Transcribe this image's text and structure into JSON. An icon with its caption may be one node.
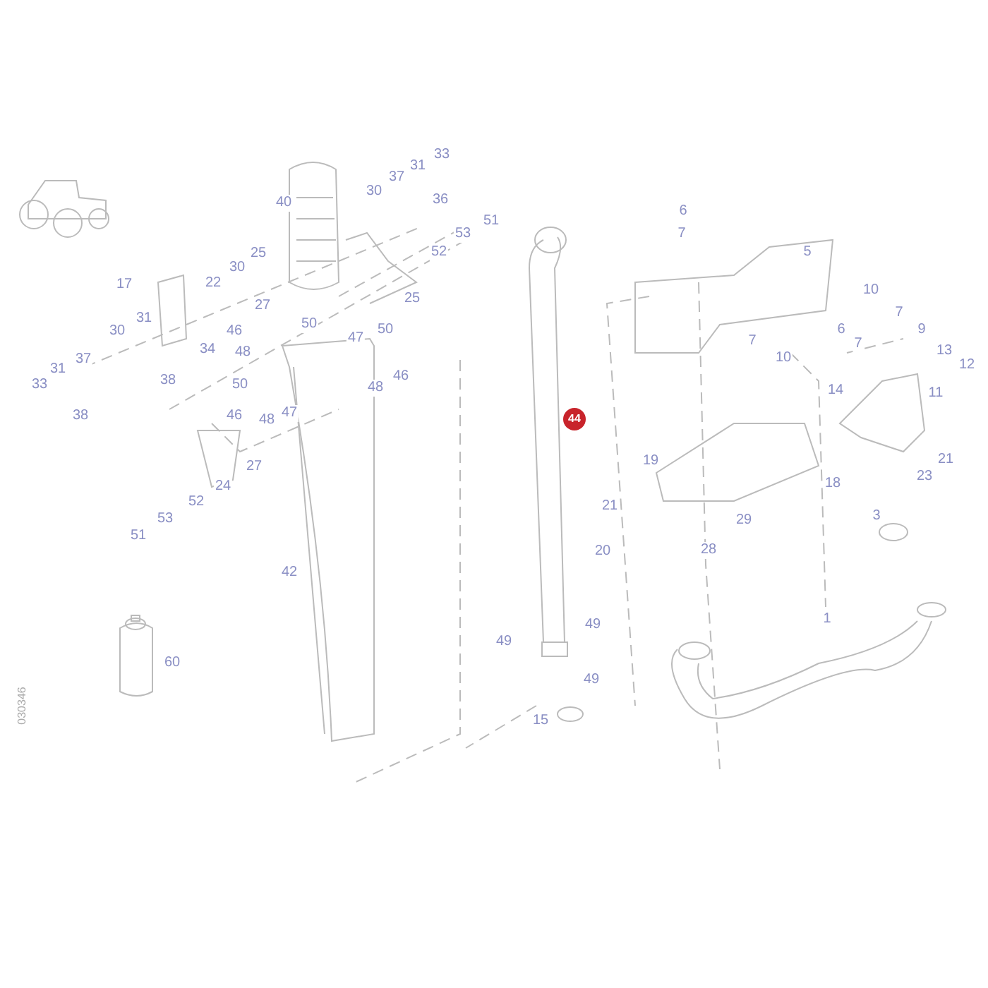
{
  "diagram": {
    "labels": [
      "33",
      "31",
      "37",
      "30",
      "36",
      "40",
      "6",
      "51",
      "7",
      "53",
      "5",
      "52",
      "25",
      "30",
      "22",
      "17",
      "27",
      "10",
      "7",
      "25",
      "31",
      "50",
      "46",
      "30",
      "6",
      "9",
      "7",
      "47",
      "50",
      "34",
      "48",
      "7",
      "37",
      "10",
      "13",
      "31",
      "38",
      "46",
      "33",
      "12",
      "50",
      "48",
      "11",
      "14",
      "46",
      "48",
      "47",
      "38",
      "44",
      "19",
      "21",
      "27",
      "23",
      "18",
      "24",
      "52",
      "21",
      "29",
      "53",
      "3",
      "20",
      "28",
      "51",
      "42",
      "1",
      "49",
      "49",
      "60",
      "49",
      "15",
      "030346"
    ]
  }
}
